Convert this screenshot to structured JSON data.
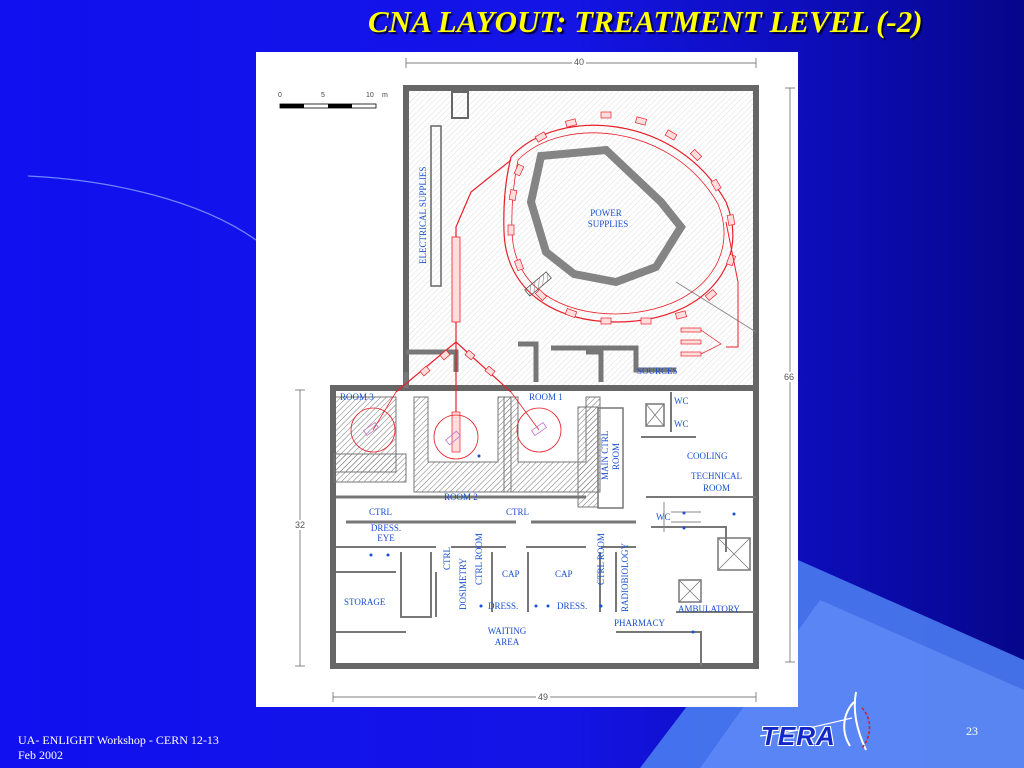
{
  "slide": {
    "title": "CNA LAYOUT: TREATMENT LEVEL (-2)",
    "footer_line1": "UA- ENLIGHT Workshop - CERN 12-13",
    "footer_line2": "Feb 2002",
    "page_number": "23",
    "logo_text": "TERA"
  },
  "plan": {
    "dimensions": {
      "top": "40",
      "right": "66",
      "left": "32",
      "bottom": "49"
    },
    "scale_bar": [
      "0",
      "5",
      "10",
      "m"
    ],
    "labels": {
      "electrical_supplies": "ELECTRICAL SUPPLIES",
      "power_supplies_1": "POWER",
      "power_supplies_2": "SUPPLIES",
      "sources": "SOURCES",
      "room3": "ROOM 3",
      "room1": "ROOM 1",
      "room2": "ROOM 2",
      "main_ctrl_1": "MAIN CTRL",
      "main_ctrl_2": "ROOM",
      "wc1": "WC",
      "wc2": "WC",
      "wc3": "WC",
      "cooling": "COOLING",
      "technical_1": "TECHNICAL",
      "technical_2": "ROOM",
      "ctrl_left": "CTRL",
      "ctrl_right": "CTRL",
      "dress_eye_1": "DRESS.",
      "dress_eye_2": "EYE",
      "storage": "STORAGE",
      "ctrl_small": "CTRL",
      "dosimetry": "DOSIMETRY",
      "ctrl_room_a": "CTRL ROOM",
      "cap1": "CAP",
      "cap2": "CAP",
      "ctrl_room_b": "CTRL ROOM",
      "radiobiology": "RADIOBIOLOGY",
      "dress1": "DRESS.",
      "dress2": "DRESS.",
      "pharmacy": "PHARMACY",
      "ambulatory": "AMBULATORY",
      "waiting_1": "WAITING",
      "waiting_2": "AREA"
    }
  },
  "colors": {
    "background": "#1414e6",
    "title": "#ffff00",
    "accelerator": "#e8202a",
    "labels": "#1a4fd0",
    "walls": "#555555"
  }
}
